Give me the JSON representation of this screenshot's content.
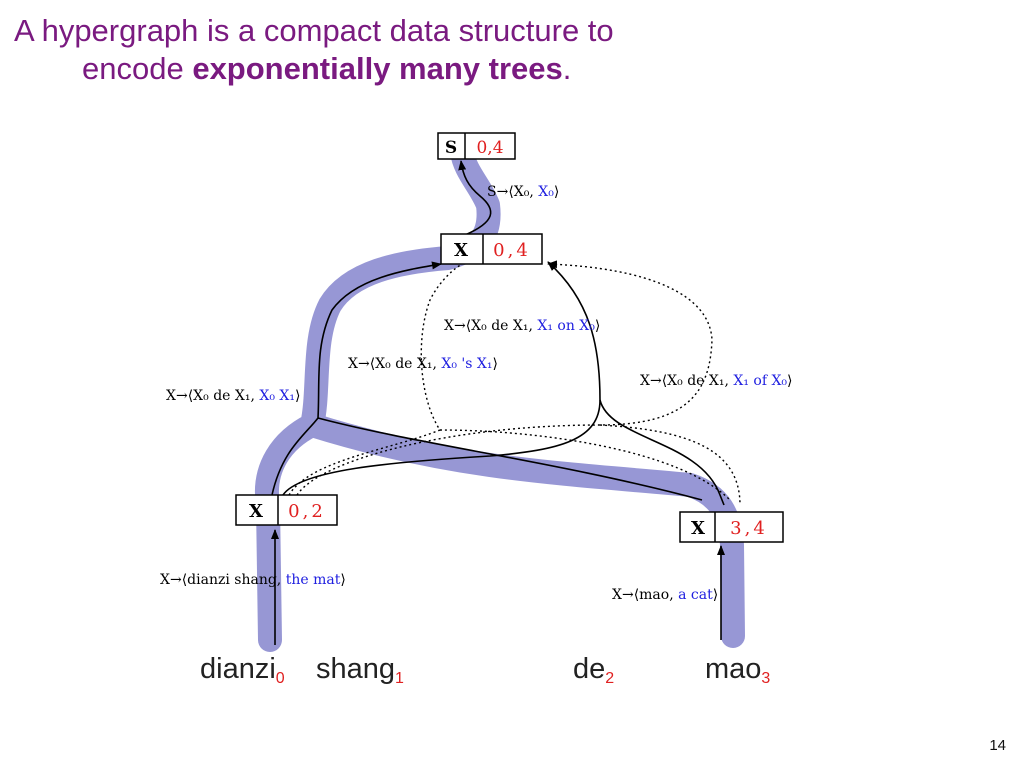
{
  "slide": {
    "title_part1": "A hypergraph is a compact data structure  to",
    "title_part2": "encode ",
    "title_bold": "exponentially many trees",
    "title_end": ".",
    "page_number": "14"
  },
  "colors": {
    "title": "#7a1a80",
    "span": "#e02020",
    "english": "#2020e0",
    "highlight": "#8c8cd0",
    "arrow": "#000000"
  },
  "nodes": {
    "s_root": {
      "label": "S",
      "span": "0,4"
    },
    "x_top": {
      "label": "X",
      "span": "0,4"
    },
    "x_left": {
      "label": "X",
      "span": "0,2"
    },
    "x_right": {
      "label": "X",
      "span": "3,4"
    }
  },
  "rules": {
    "r_s": {
      "lhs": "S→⟨X₀, ",
      "rhs": "X₀",
      "end": "⟩"
    },
    "r_on": {
      "lhs": "X→⟨X₀ de X₁, ",
      "rhs": "X₁ on X₀",
      "end": "⟩"
    },
    "r_poss": {
      "lhs": "X→⟨X₀ de X₁, ",
      "rhs": "X₀ 's X₁",
      "end": "⟩"
    },
    "r_concat": {
      "lhs": "X→⟨X₀ de X₁, ",
      "rhs": "X₀ X₁",
      "end": "⟩"
    },
    "r_of": {
      "lhs": "X→⟨X₀ de X₁, ",
      "rhs": "X₁ of X₀",
      "end": "⟩"
    },
    "r_mat": {
      "lhs": "X→⟨dianzi shang, ",
      "rhs": "the mat",
      "end": "⟩"
    },
    "r_cat": {
      "lhs": "X→⟨mao, ",
      "rhs": "a cat",
      "end": "⟩"
    }
  },
  "words": [
    {
      "word": "dianzi",
      "index": "0"
    },
    {
      "word": "shang",
      "index": "1"
    },
    {
      "word": "de",
      "index": "2"
    },
    {
      "word": "mao",
      "index": "3"
    }
  ]
}
